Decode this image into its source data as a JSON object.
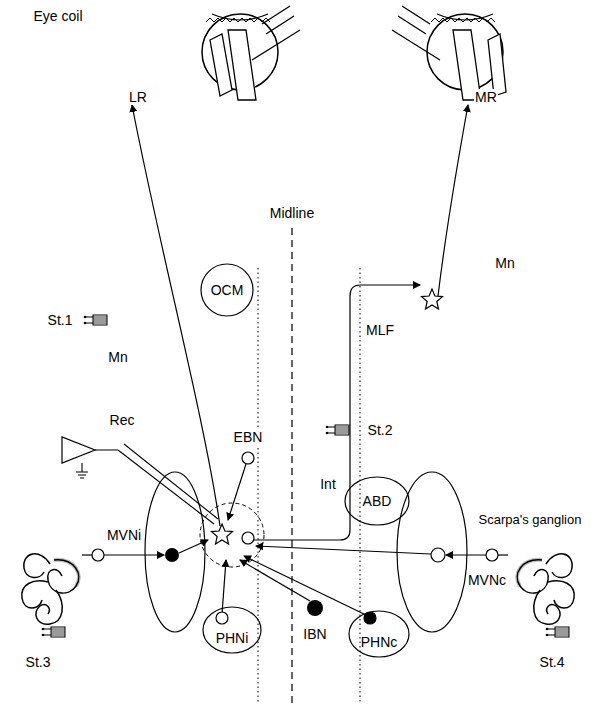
{
  "diagram": {
    "nodes": [
      {
        "text": [
          "OCM"
        ]
      },
      {
        "text": [
          "ABD"
        ]
      },
      {
        "text": [
          "MVNi"
        ]
      },
      {
        "text": [
          "MVNc"
        ]
      },
      {
        "text": [
          "PHNi"
        ]
      },
      {
        "text": [
          "PHNc"
        ]
      }
    ],
    "labels": [
      "Eye coil",
      "LR",
      "MR",
      "Midline",
      "Mn",
      "St.1",
      "MLF",
      "Mn",
      "Rec",
      "EBN",
      "St.2",
      "Int",
      "Scarpa's ganglion",
      "IBN",
      "St.3",
      "St.4"
    ]
  }
}
